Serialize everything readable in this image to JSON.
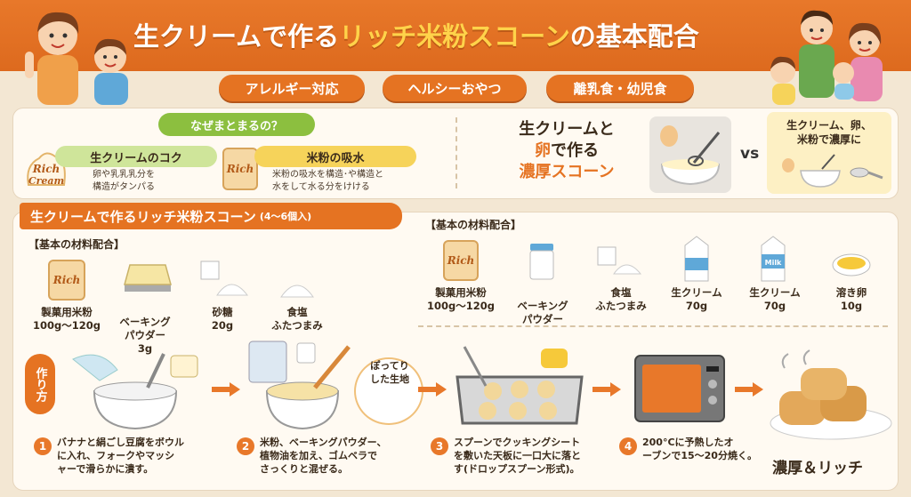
{
  "header": {
    "title_a": "生クリームで作る",
    "title_b": "リッチ米粉スコーン",
    "title_c": "の基本配合"
  },
  "tags": [
    "アレルギー対応",
    "ヘルシーおやつ",
    "離乳食・幼児食"
  ],
  "why": {
    "title": "なぜまとまるの？",
    "card1": {
      "title": "生クリームのコク",
      "desc": "卵や乳乳乳分を\n構造がタンパる",
      "logo_text_1": "Rich",
      "logo_text_2": "Cream"
    },
    "card2": {
      "title": "米粉の吸水",
      "desc": "米粉の吸水を構造･や構造と\n水をして水る分をけける",
      "logo_text": "Rich"
    },
    "headline_1": "生クリームと",
    "headline_2": "卵",
    "headline_3": "で作る",
    "headline_4": "濃厚スコーン",
    "vs": "vs",
    "comparison": "生クリーム、卵、\n米粉で濃厚に"
  },
  "section": {
    "title": "生クリームで作るリッチ米粉スコーン",
    "servings": "(4～6個入)"
  },
  "left_ingredients": {
    "heading": "【基本の材料配合】",
    "items": [
      {
        "name": "製菓用米粉",
        "amount": "100g～120g",
        "bag_text": "Rich"
      },
      {
        "name": "ベーキング\nパウダー",
        "amount": "3g"
      },
      {
        "name": "砂糖",
        "amount": "20g"
      },
      {
        "name": "食塩",
        "amount": "ふたつまみ"
      }
    ]
  },
  "right_ingredients": {
    "heading": "【基本の材料配合】",
    "items": [
      {
        "name": "製菓用米粉",
        "amount": "100g～120g",
        "bag_text": "Rich"
      },
      {
        "name": "ベーキング\nパウダー",
        "amount": ""
      },
      {
        "name": "食塩",
        "amount": "ふたつまみ"
      },
      {
        "name": "生クリーム",
        "amount": "70g"
      },
      {
        "name": "生クリーム",
        "amount": "70g",
        "carton_text": "Milk"
      },
      {
        "name": "溶き卵",
        "amount": "10g"
      }
    ]
  },
  "steps": {
    "label": "作り方",
    "items": [
      {
        "num": "1",
        "text": "バナナと絹ごし豆腐をボウル\nに入れ、フォークやマッシ\nャーで滑らかに潰す。"
      },
      {
        "num": "2",
        "text": "米粉、ベーキングパウダー、\n植物油を加え、ゴムベラで\nさっくりと混ぜる。"
      },
      {
        "num": "3",
        "text": "スプーンでクッキングシート\nを敷いた天板に一口大に落と\nす(ドロップスプーン形式)。"
      },
      {
        "num": "4",
        "text": "200°Cに予熱したオ\nーブンで15～20分焼く。"
      }
    ],
    "bubble": "ぽってり\nした生地",
    "final": "濃厚＆リッチ"
  },
  "colors": {
    "accent": "#e57322",
    "green": "#8cbf3f",
    "yellow": "#f6d35a",
    "background": "#f3e7d3"
  }
}
